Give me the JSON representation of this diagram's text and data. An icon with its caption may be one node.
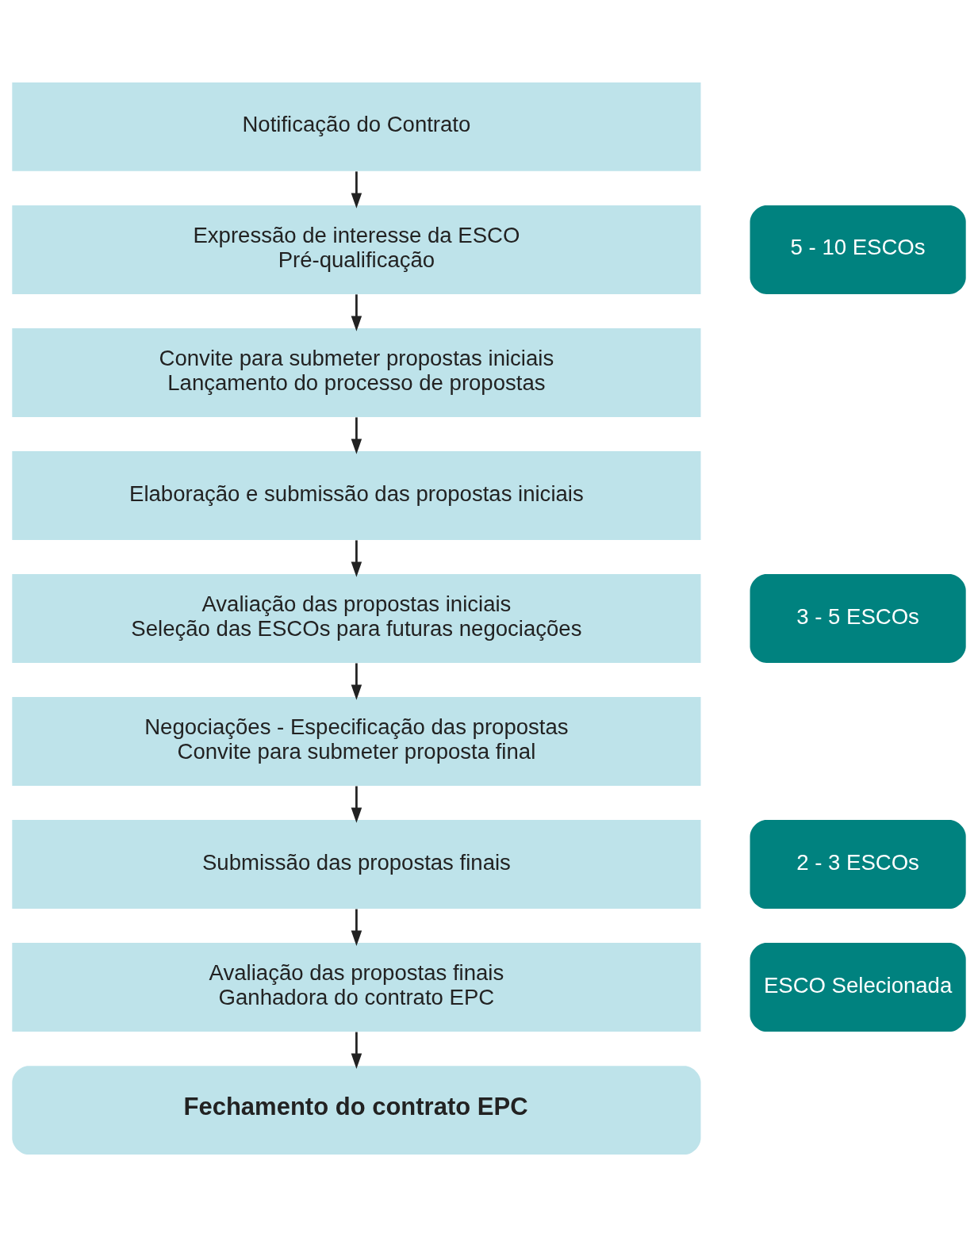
{
  "diagram": {
    "nodes": [
      {
        "text": [
          "Notificação do Contrato"
        ]
      },
      {
        "text": [
          "5 - 10 ESCOs"
        ]
      },
      {
        "text": [
          "Expressão de interesse da ESCO",
          "Pré-qualificação"
        ]
      },
      {
        "text": [
          "Convite para submeter propostas iniciais",
          "Lançamento do processo de propostas"
        ]
      },
      {
        "text": [
          "Elaboração e submissão das propostas iniciais"
        ]
      },
      {
        "text": [
          "3 - 5 ESCOs"
        ]
      },
      {
        "text": [
          "Avaliação das propostas iniciais",
          "Seleção das ESCOs para futuras negociações"
        ]
      },
      {
        "text": [
          "Negociações - Especificação das propostas",
          "Convite para submeter proposta final"
        ]
      },
      {
        "text": [
          "2 - 3 ESCOs"
        ]
      },
      {
        "text": [
          "Submissão das propostas finais"
        ]
      },
      {
        "text": [
          "ESCO Selecionada"
        ]
      },
      {
        "text": [
          "Avaliação das propostas finais",
          "Ganhadora do contrato EPC"
        ]
      },
      {
        "text": [
          "Fechamento do contrato EPC"
        ]
      }
    ],
    "edges": [
      {
        "from": 0,
        "to": 2,
        "arrow": "to"
      },
      {
        "from": 2,
        "to": 3,
        "arrow": "to"
      },
      {
        "from": 3,
        "to": 4,
        "arrow": "to"
      },
      {
        "from": 4,
        "to": 6,
        "arrow": "to"
      },
      {
        "from": 6,
        "to": 7,
        "arrow": "to"
      },
      {
        "from": 7,
        "to": 9,
        "arrow": "to"
      },
      {
        "from": 9,
        "to": 11,
        "arrow": "to"
      },
      {
        "from": 11,
        "to": 12,
        "arrow": "to"
      }
    ]
  }
}
